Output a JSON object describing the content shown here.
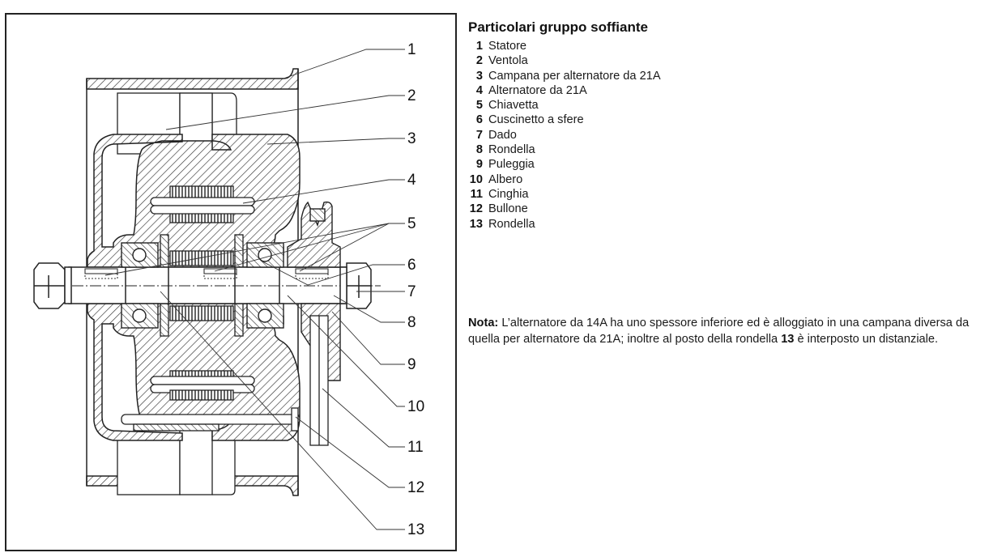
{
  "figure": {
    "title": "Sezione gruppo soffiante",
    "callouts": [
      "1",
      "2",
      "3",
      "4",
      "5",
      "6",
      "7",
      "8",
      "9",
      "10",
      "11",
      "12",
      "13"
    ]
  },
  "legend": {
    "title": "Particolari gruppo soffiante",
    "items": [
      {
        "num": "1",
        "label": "Statore"
      },
      {
        "num": "2",
        "label": "Ventola"
      },
      {
        "num": "3",
        "label": "Campana per alternatore da 21A"
      },
      {
        "num": "4",
        "label": "Alternatore da 21A"
      },
      {
        "num": "5",
        "label": "Chiavetta"
      },
      {
        "num": "6",
        "label": "Cuscinetto a sfere"
      },
      {
        "num": "7",
        "label": "Dado"
      },
      {
        "num": "8",
        "label": "Rondella"
      },
      {
        "num": "9",
        "label": "Puleggia"
      },
      {
        "num": "10",
        "label": "Albero"
      },
      {
        "num": "11",
        "label": "Cinghia"
      },
      {
        "num": "12",
        "label": "Bullone"
      },
      {
        "num": "13",
        "label": "Rondella"
      }
    ]
  },
  "note": {
    "label": "Nota:",
    "text_before": " L’alternatore da 14A ha uno spessore inferiore ed è alloggiato in una campana diversa da quella per alternatore da 21A; inoltre al posto della rondella ",
    "ref": "13",
    "text_after": " è interposto un distanziale."
  },
  "colors": {
    "ink": "#1a1a1a",
    "hatch": "#333333",
    "paper": "#ffffff"
  }
}
